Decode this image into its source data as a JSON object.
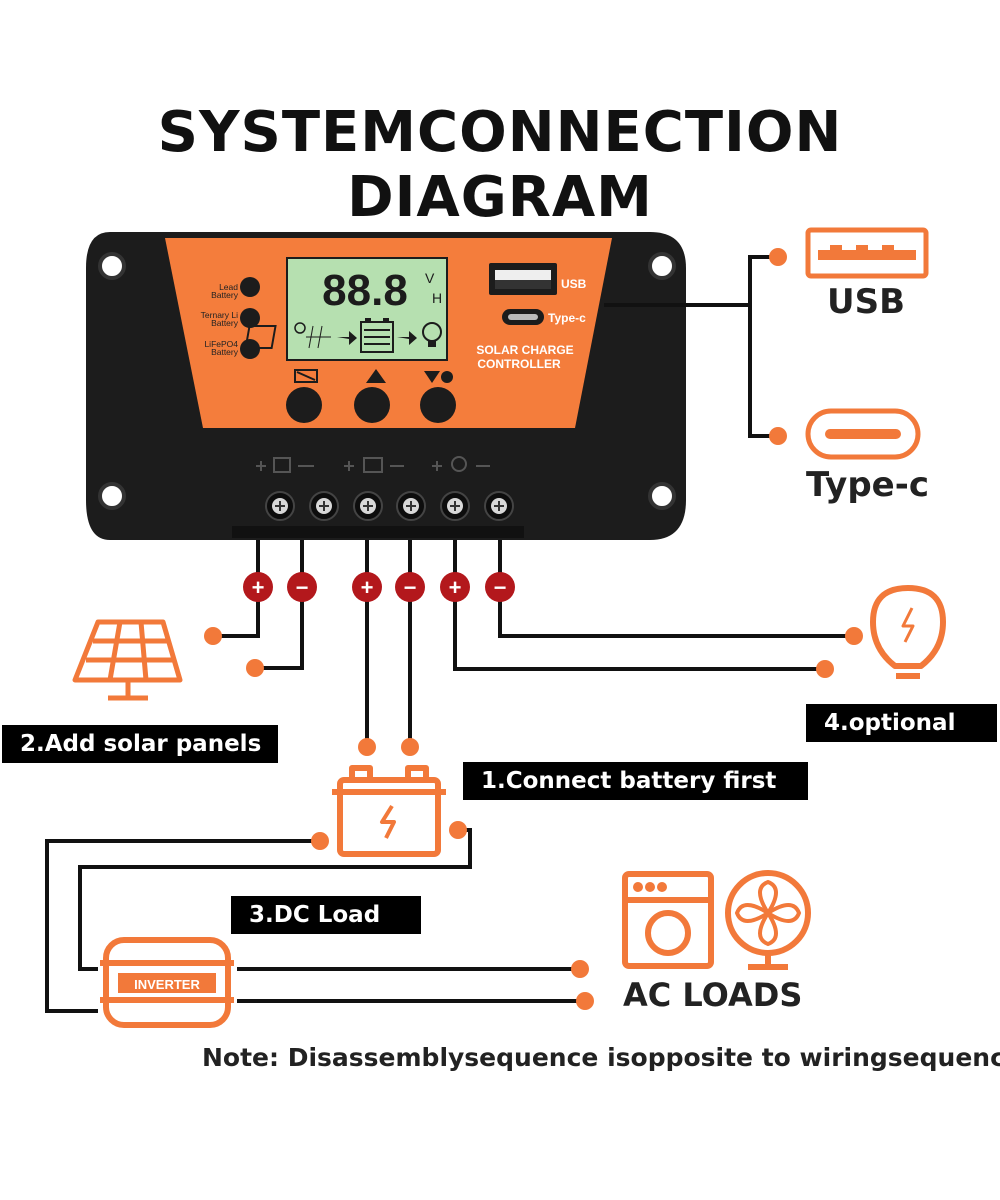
{
  "title": "SYSTEMCONNECTION DIAGRAM",
  "controller": {
    "lcd_digits": "88.8",
    "lcd_unit_v": "V",
    "lcd_unit_h": "H",
    "battery_types": [
      "Lead Battery",
      "Ternary Li Battery",
      "LiFePO4 Battery"
    ],
    "usb_port_label": "USB",
    "typec_port_label": "Type-c",
    "name_line1": "SOLAR CHARGE",
    "name_line2": "CONTROLLER",
    "buttons": [
      "mode-button",
      "warning-button",
      "load-button"
    ]
  },
  "terminals": {
    "polarity": [
      "+",
      "−",
      "+",
      "−",
      "+",
      "−"
    ]
  },
  "outputs": {
    "usb_label": "USB",
    "typec_label": "Type-c"
  },
  "steps": {
    "battery": "1.Connect battery first",
    "solar": "2.Add solar panels",
    "dc_load": "3.DC Load",
    "optional": "4.optional"
  },
  "inverter_label": "INVERTER",
  "ac_loads_label": "AC LOADS",
  "note": "Note: Disassemblysequence isopposite to wiringsequence.",
  "colors": {
    "accent_orange": "#f2793a",
    "controller_orange": "#f47d3c",
    "controller_body": "#1c1c1c",
    "lcd_green": "#b6e0b0",
    "terminal_red": "#b3181c",
    "wire": "#111111"
  }
}
